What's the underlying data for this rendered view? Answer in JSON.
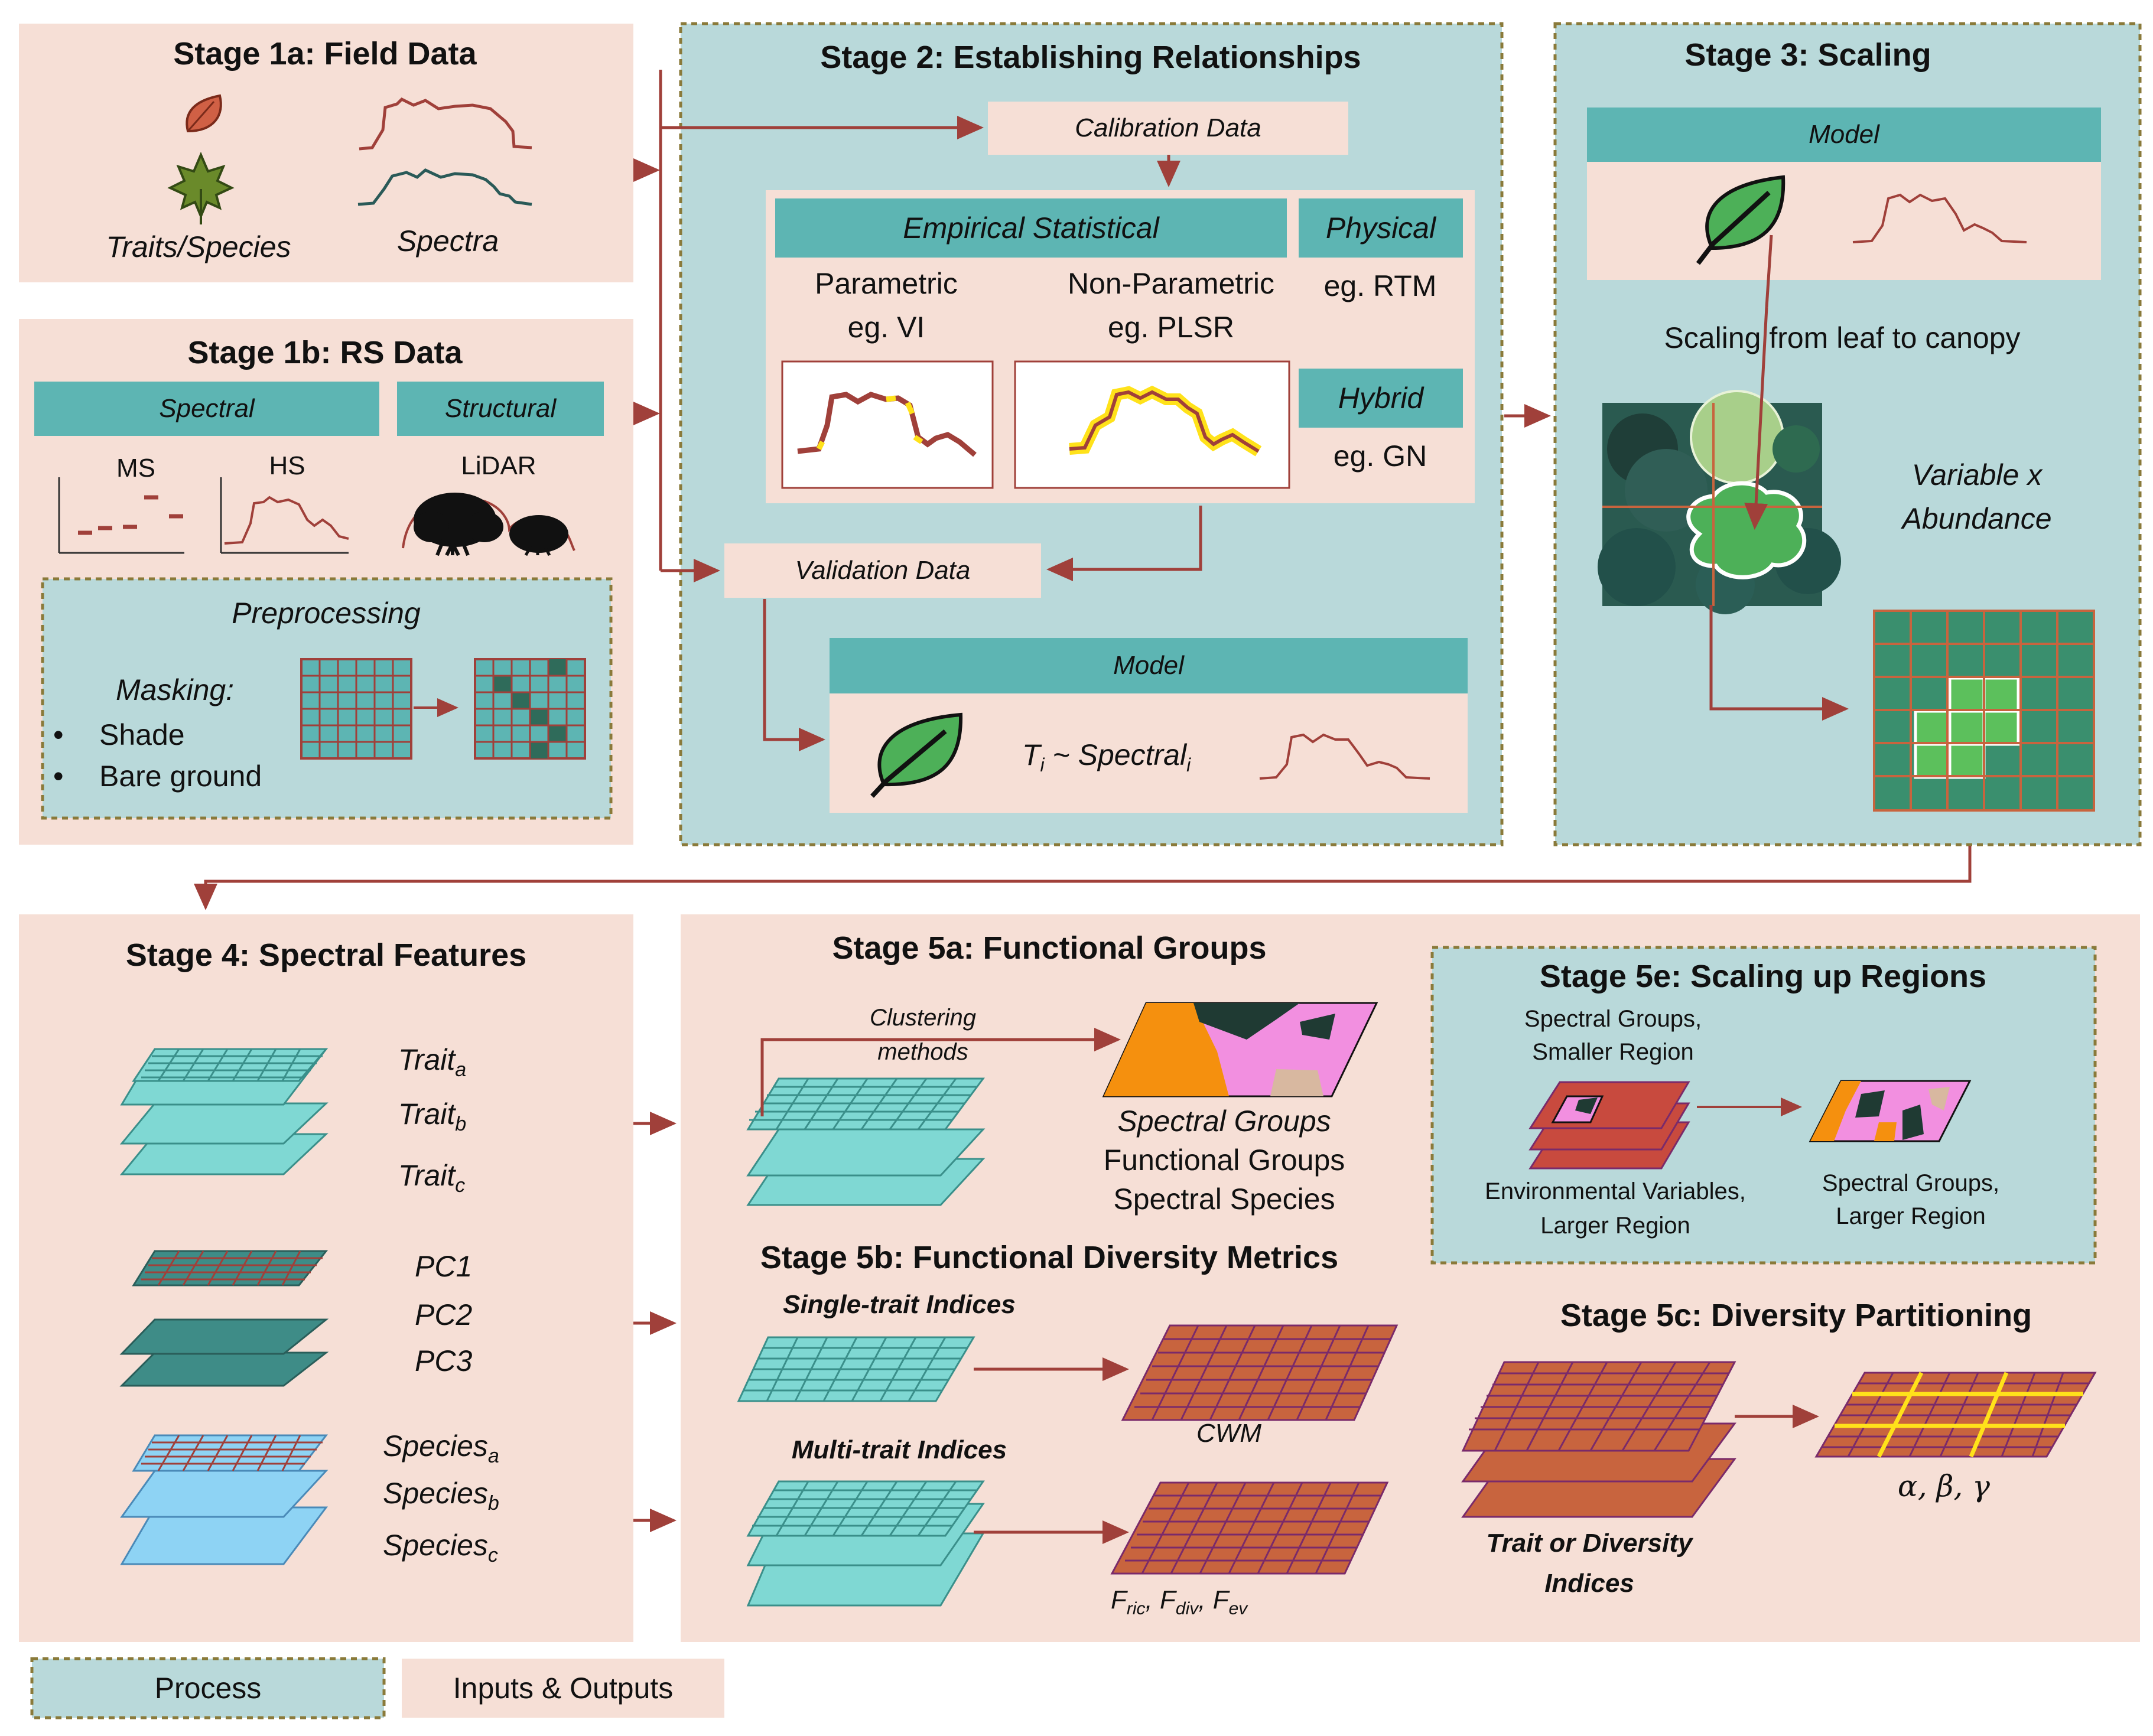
{
  "stage1a": {
    "title": "Stage 1a: Field Data",
    "traits_species": "Traits/Species",
    "spectra": "Spectra"
  },
  "stage1b": {
    "title": "Stage 1b: RS Data",
    "spectral": "Spectral",
    "structural": "Structural",
    "ms": "MS",
    "hs": "HS",
    "lidar": "LiDAR",
    "preprocessing": "Preprocessing",
    "masking": "Masking:",
    "bullet": "•",
    "shade": "Shade",
    "bare_ground": "Bare ground"
  },
  "stage2": {
    "title": "Stage 2: Establishing Relationships",
    "calibration": "Calibration Data",
    "empirical": "Empirical Statistical",
    "physical": "Physical",
    "parametric": "Parametric",
    "parametric_eg": "eg. VI",
    "nonparametric": "Non-Parametric",
    "nonparametric_eg": "eg. PLSR",
    "physical_eg": "eg. RTM",
    "hybrid": "Hybrid",
    "hybrid_eg": "eg. GN",
    "validation": "Validation Data",
    "model": "Model",
    "equation": {
      "t": "T",
      "sub_i": "i",
      "tilde": " ~ Spectral",
      "sub_i2": "i"
    }
  },
  "stage3": {
    "title": "Stage 3: Scaling",
    "model": "Model",
    "scaling_text": "Scaling from leaf to canopy",
    "variable": "Variable x",
    "abundance": "Abundance"
  },
  "stage4": {
    "title": "Stage 4: Spectral Features",
    "traits": [
      {
        "base": "Trait",
        "sub": "a"
      },
      {
        "base": "Trait",
        "sub": "b"
      },
      {
        "base": "Trait",
        "sub": "c"
      }
    ],
    "pcs": [
      "PC1",
      "PC2",
      "PC3"
    ],
    "species": [
      {
        "base": "Species",
        "sub": "a"
      },
      {
        "base": "Species",
        "sub": "b"
      },
      {
        "base": "Species",
        "sub": "c"
      }
    ]
  },
  "stage5a": {
    "title": "Stage 5a: Functional Groups",
    "clustering1": "Clustering",
    "clustering2": "methods",
    "groups": [
      "Spectral Groups",
      "Functional Groups",
      "Spectral Species"
    ]
  },
  "stage5b": {
    "title": "Stage 5b: Functional Diversity Metrics",
    "single": "Single-trait Indices",
    "cwm": "CWM",
    "multi": "Multi-trait Indices",
    "f_indices": [
      {
        "base": "F",
        "sub": "ric"
      },
      {
        "base": "F",
        "sub": "div"
      },
      {
        "base": "F",
        "sub": "ev"
      }
    ]
  },
  "stage5c": {
    "title": "Stage 5c: Diversity Partitioning",
    "trait_div1": "Trait or Diversity",
    "trait_div2": "Indices",
    "alpha_beta_gamma": "α, β, γ"
  },
  "stage5e": {
    "title": "Stage 5e: Scaling up Regions",
    "sg_small1": "Spectral Groups,",
    "sg_small2": "Smaller Region",
    "env1": "Environmental Variables,",
    "env2": "Larger Region",
    "sg_large1": "Spectral Groups,",
    "sg_large2": "Larger Region"
  },
  "legend": {
    "process": "Process",
    "io": "Inputs & Outputs"
  },
  "colors": {
    "pink": "#f6dfd6",
    "teal_bg": "#b9d9da",
    "teal_header": "#5db5b3",
    "arrow": "#a0403a",
    "grid_teal": "#7fd8d3",
    "grid_dark": "#3e8c87",
    "grid_blue": "#8ed3f4",
    "grid_brown": "#c8643e",
    "grid_green": "#3a8f6e"
  }
}
